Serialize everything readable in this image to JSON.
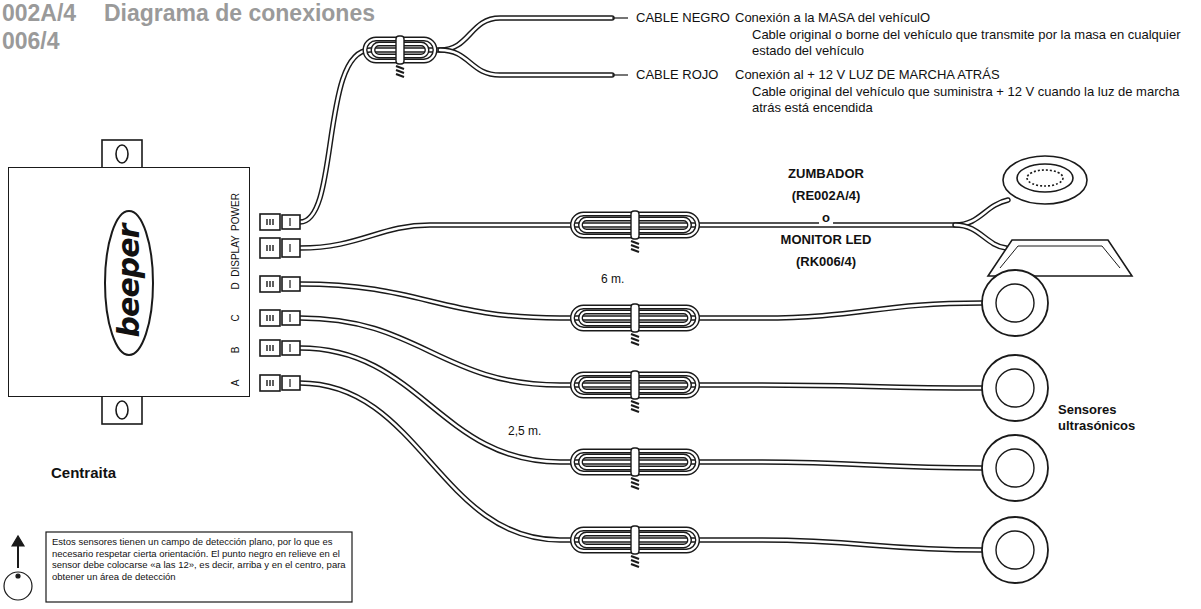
{
  "diagram": {
    "title": "Diagrama de conexiones",
    "nodes": [
      {
        "text": [
          "beeper",
          "Centraita"
        ]
      }
    ],
    "labels": [
      "002A/4",
      "006/4",
      "CABLE NEGRO",
      "Conexión a la MASA del vehículO",
      "Cable original o borne del vehículo que transmite por la masa en cualquier estado del vehículo",
      "CABLE ROJO",
      "Conexión al + 12 V LUZ DE MARCHA ATRÁS",
      "Cable original del vehículo que suministra + 12 V cuando la luz de marcha atrás está encendida",
      "ZUMBADOR",
      "(RE002A/4)",
      "o",
      "MONITOR LED",
      "(RK006/4)",
      "6 m.",
      "2,5 m.",
      "Sensores ultrasónicos",
      "POWER",
      "DISPLAY",
      "D",
      "C",
      "B",
      "A",
      "Estos sensores tienen un campo de detección plano, por lo que es necesario respetar cierta orientación. El punto negro en relieve en el sensor debe colocarse «a las 12», es decir, arriba y en el centro, para obtener un área de detección"
    ]
  }
}
